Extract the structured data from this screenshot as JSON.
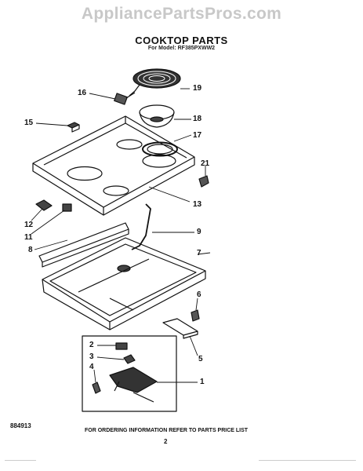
{
  "watermark": "AppliancePartsPros.com",
  "title": "COOKTOP PARTS",
  "subtitle": "For Model: RF385PXWW2",
  "callouts": [
    "19",
    "16",
    "18",
    "15",
    "17",
    "21",
    "13",
    "12",
    "11",
    "9",
    "8",
    "7",
    "6",
    "2",
    "3",
    "4",
    "5",
    "1"
  ],
  "footer": {
    "doc_number": "884913",
    "ordering_note": "FOR ORDERING INFORMATION REFER TO PARTS PRICE LIST",
    "page_number": "2"
  }
}
